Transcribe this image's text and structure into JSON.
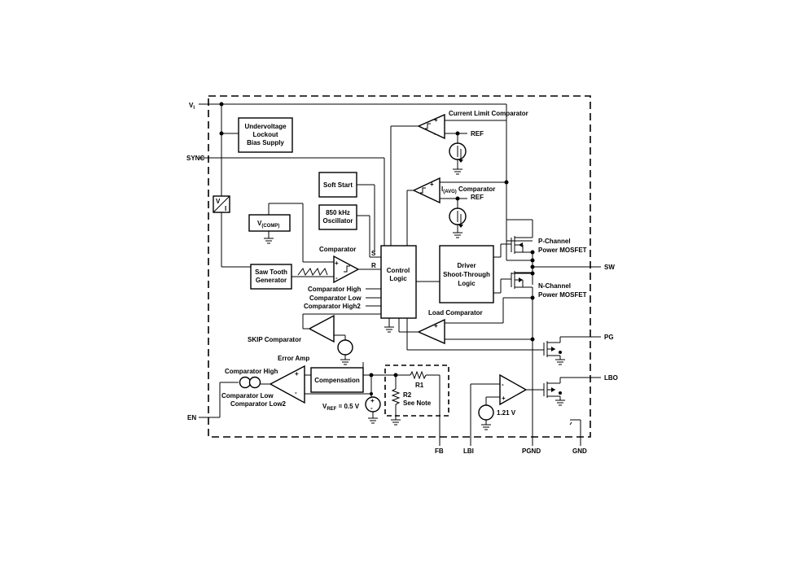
{
  "pins": {
    "vi": "V",
    "vi_sub": "I",
    "sync": "SYNC",
    "en": "EN",
    "sw": "SW",
    "pg": "PG",
    "lbo": "LBO",
    "fb": "FB",
    "lbi": "LBI",
    "pgnd": "PGND",
    "gnd": "GND"
  },
  "blocks": {
    "uvlo": [
      "Undervoltage",
      "Lockout",
      "Bias Supply"
    ],
    "soft_start": "Soft Start",
    "oscillator": [
      "850 kHz",
      "Oscillator"
    ],
    "vcomp": "V",
    "vcomp_sub": "(COMP)",
    "sawtooth": [
      "Saw Tooth",
      "Generator"
    ],
    "control_logic": [
      "Control",
      "Logic"
    ],
    "driver": [
      "Driver",
      "Shoot-Through",
      "Logic"
    ],
    "compensation": "Compensation",
    "vi_converter_v": "V",
    "vi_converter_i": "I"
  },
  "labels": {
    "current_limit_comparator": "Current Limit Comparator",
    "ref1": "REF",
    "iavg_i": "I",
    "iavg_sub": "(AVG)",
    "iavg_rest": " Comparator",
    "ref2": "REF",
    "comparator": "Comparator",
    "s": "S",
    "r": "R",
    "comparator_high": "Comparator High",
    "comparator_low": "Comparator Low",
    "comparator_high2": "Comparator High2",
    "load_comparator": "Load Comparator",
    "skip_comparator": "SKIP Comparator",
    "error_amp": "Error Amp",
    "comparator_high_ea": "Comparator High",
    "comparator_low_ea": "Comparator Low",
    "comparator_low2_ea": "Comparator Low2",
    "vref_v": "V",
    "vref_sub": "REF",
    "vref_rest": " = 0.5 V",
    "r1": "R1",
    "r2": "R2",
    "see_note": "See Note",
    "v121": "1.21 V",
    "pmos": [
      "P-Channel",
      "Power MOSFET"
    ],
    "nmos": [
      "N-Channel",
      "Power MOSFET"
    ]
  }
}
